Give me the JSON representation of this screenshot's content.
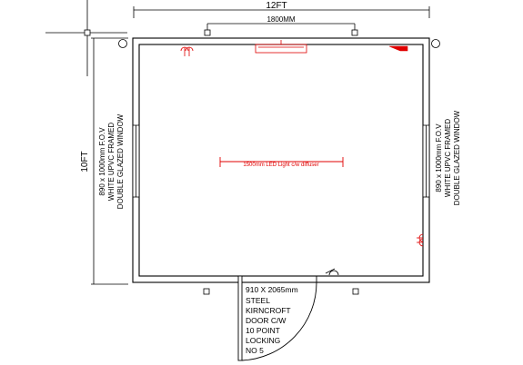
{
  "dimensions": {
    "width_label": "12FT",
    "height_label": "10FT",
    "window_span_label": "1800MM"
  },
  "left_window": {
    "lines": [
      "890 x 1000mm F.O.V",
      "WHITE UPVC FRAMED",
      "DOUBLE GLAZED WINDOW"
    ]
  },
  "right_window": {
    "lines": [
      "890 x 1000mm F.O.V",
      "WHITE UPVC FRAMED",
      "DOUBLE GLAZED WINDOW"
    ]
  },
  "door": {
    "lines": [
      "910 X 2065mm",
      "STEEL",
      "KIRNCROFT",
      "DOOR C/W",
      "10 POINT",
      "LOCKING",
      "NO 5"
    ]
  },
  "light_fitting": {
    "label": "1500mm LED Light c/w diffuser"
  },
  "colors": {
    "lines": "#000000",
    "electrical": "#e00000"
  }
}
